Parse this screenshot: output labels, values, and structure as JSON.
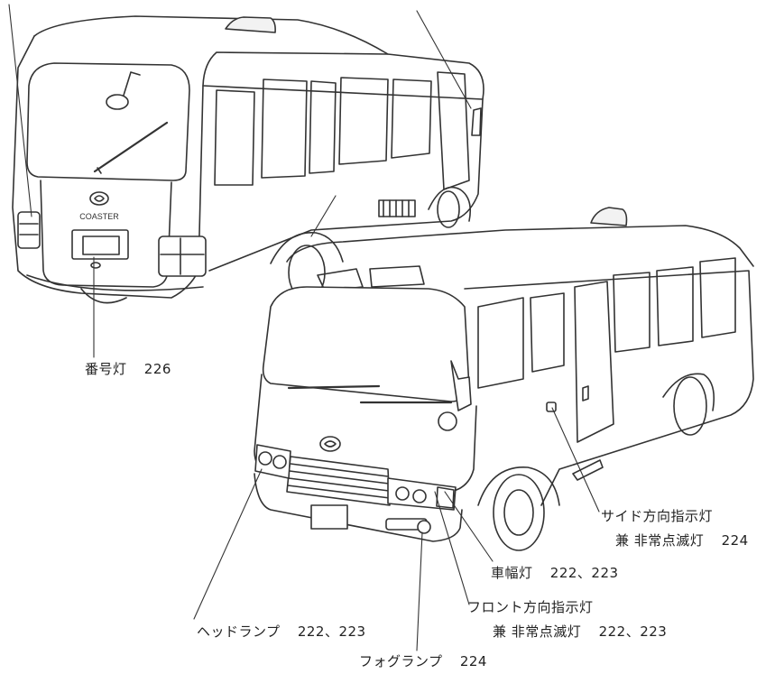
{
  "vehicle_badge": "COASTER",
  "labels": {
    "number_light": {
      "name": "番号灯",
      "page": "226"
    },
    "side_turn": {
      "name_line1": "サイド方向指示灯",
      "name_line2": "兼 非常点滅灯",
      "page": "224"
    },
    "clearance": {
      "name": "車幅灯",
      "pages": "222、223"
    },
    "headlamp": {
      "name": "ヘッドランプ",
      "pages": "222、223"
    },
    "front_turn": {
      "name_line1": "フロント方向指示灯",
      "name_line2": "兼 非常点滅灯",
      "pages": "222、223"
    },
    "fog": {
      "name": "フォグランプ",
      "page": "224"
    }
  }
}
